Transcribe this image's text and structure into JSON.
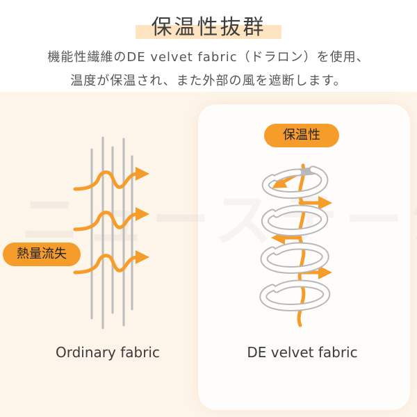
{
  "header": {
    "title": "保温性抜群",
    "subtitle_line1": "機能性繊維のDE velvet fabric（ドラロン）を使用、",
    "subtitle_line2": "温度が保温され、また外部の風を遮断します。"
  },
  "labels": {
    "heat_retention": "保温性",
    "heat_loss": "熱量流失",
    "ordinary_caption": "Ordinary fabric",
    "velvet_caption": "DE velvet fabric"
  },
  "watermark": "ニューステージ",
  "colors": {
    "accent_orange": "#f59c2b",
    "highlight": "#fde3c0",
    "panel_bg": "#fdf4ea",
    "line_gray": "#bdbdbd"
  },
  "icons": {
    "heat_flow": "orange-wave-arrow-icon",
    "fiber": "vertical-fiber-lines-icon",
    "coil": "spiral-coil-icon"
  }
}
